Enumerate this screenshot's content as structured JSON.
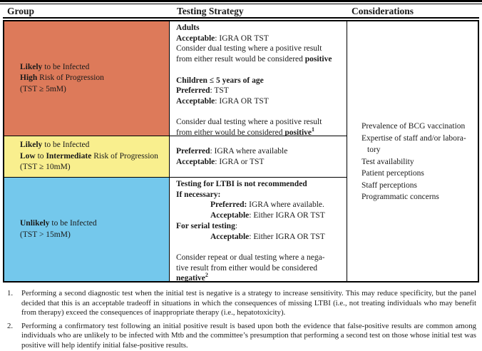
{
  "table": {
    "headers": [
      "Group",
      "Testing Strategy",
      "Considerations"
    ],
    "rows": [
      {
        "group": [
          {
            "seg": [
              {
                "t": "Likely",
                "b": true
              },
              {
                "t": " to be Infected"
              }
            ]
          },
          {
            "seg": [
              {
                "t": "High",
                "b": true
              },
              {
                "t": " Risk of Progression"
              }
            ]
          },
          {
            "seg": [
              {
                "t": "(TST ≥ 5mM)"
              }
            ]
          }
        ],
        "strategy": [
          {
            "seg": [
              {
                "t": "Adults",
                "b": true
              }
            ]
          },
          {
            "seg": [
              {
                "t": "Acceptable",
                "b": true
              },
              {
                "t": ": IGRA OR TST"
              }
            ]
          },
          {
            "seg": [
              {
                "t": "Consider dual testing where a positive result"
              }
            ]
          },
          {
            "seg": [
              {
                "t": "from either result would be considered "
              },
              {
                "t": "positive",
                "b": true
              }
            ]
          },
          {
            "seg": []
          },
          {
            "seg": [
              {
                "t": "Children ≤ 5 years of age",
                "b": true
              }
            ]
          },
          {
            "seg": [
              {
                "t": "Preferred",
                "b": true
              },
              {
                "t": ": TST"
              }
            ]
          },
          {
            "seg": [
              {
                "t": "Acceptable",
                "b": true
              },
              {
                "t": ": IGRA OR TST"
              }
            ]
          },
          {
            "seg": []
          },
          {
            "seg": [
              {
                "t": "Consider dual testing where a positive result"
              }
            ]
          },
          {
            "seg": [
              {
                "t": "from either would be considered "
              },
              {
                "t": "positive",
                "b": true
              },
              {
                "t": "1",
                "sup": true
              }
            ]
          }
        ]
      },
      {
        "group": [
          {
            "seg": [
              {
                "t": "Likely",
                "b": true
              },
              {
                "t": " to be Infected"
              }
            ]
          },
          {
            "seg": [
              {
                "t": "Low",
                "b": true
              },
              {
                "t": " to "
              },
              {
                "t": "Intermediate",
                "b": true
              },
              {
                "t": " Risk of Progression"
              }
            ]
          },
          {
            "seg": [
              {
                "t": "(TST ≥ 10mM)"
              }
            ]
          }
        ],
        "strategy": [
          {
            "seg": [
              {
                "t": "Preferred",
                "b": true
              },
              {
                "t": ": IGRA where available"
              }
            ]
          },
          {
            "seg": [
              {
                "t": "Acceptable",
                "b": true
              },
              {
                "t": ": IGRA or TST"
              }
            ]
          }
        ]
      },
      {
        "group": [
          {
            "seg": [
              {
                "t": "Unlikely",
                "b": true
              },
              {
                "t": " to be Infected"
              }
            ]
          },
          {
            "seg": [
              {
                "t": "(TST > 15mM)"
              }
            ]
          }
        ],
        "strategy": [
          {
            "seg": [
              {
                "t": "Testing for LTBI is not recommended",
                "b": true
              }
            ]
          },
          {
            "seg": [
              {
                "t": "If necessary:",
                "b": true
              }
            ]
          },
          {
            "seg": [
              {
                "t": "Preferred:",
                "b": true
              },
              {
                "t": " IGRA where available."
              }
            ],
            "indent": 2
          },
          {
            "seg": [
              {
                "t": "Acceptable",
                "b": true
              },
              {
                "t": ": Either IGRA OR TST"
              }
            ],
            "indent": 2
          },
          {
            "seg": [
              {
                "t": "For serial testing",
                "b": true
              },
              {
                "t": ":"
              }
            ]
          },
          {
            "seg": [
              {
                "t": "Acceptable",
                "b": true
              },
              {
                "t": ": Either IGRA OR TST"
              }
            ],
            "indent": 2
          },
          {
            "seg": []
          },
          {
            "seg": [
              {
                "t": "Consider repeat or dual testing where a nega-"
              }
            ]
          },
          {
            "seg": [
              {
                "t": "tive result from either would be considered"
              }
            ]
          },
          {
            "seg": [
              {
                "t": "negative",
                "b": true
              },
              {
                "t": "2",
                "sup": true
              }
            ]
          }
        ]
      }
    ],
    "considerations": [
      {
        "seg": [
          {
            "t": "Prevalence of BCG vaccination"
          }
        ]
      },
      {
        "seg": [
          {
            "t": "Expertise of staff and/or labora-"
          }
        ]
      },
      {
        "seg": [
          {
            "t": "tory"
          }
        ],
        "indent": 1
      },
      {
        "seg": [
          {
            "t": "Test availability"
          }
        ]
      },
      {
        "seg": [
          {
            "t": "Patient perceptions"
          }
        ]
      },
      {
        "seg": [
          {
            "t": "Staff perceptions"
          }
        ]
      },
      {
        "seg": [
          {
            "t": "Programmatic concerns"
          }
        ]
      }
    ]
  },
  "colors": {
    "row1_bg": "#dd7a5a",
    "row2_bg": "#f9ef8e",
    "row3_bg": "#74c8ec",
    "border": "#000000"
  },
  "footnotes": [
    {
      "number": "1.",
      "text": "Performing a second diagnostic test when the initial test is negative is a strategy to increase sensitivity. This may reduce specificity, but the panel decided that this is an acceptable tradeoff in situations in which the consequences of missing LTBI (i.e., not treating individuals who may benefit from therapy) exceed the consequences of inappropriate therapy (i.e., hepatotoxicity)."
    },
    {
      "number": "2.",
      "text": "Performing a confirmatory test following an initial positive result is based upon both the evidence that false-positive results are common among individuals who are unlikely to be infected with Mtb and the committee’s presumption that performing a second test on those whose initial test was positive will help identify initial false-positive results."
    }
  ]
}
